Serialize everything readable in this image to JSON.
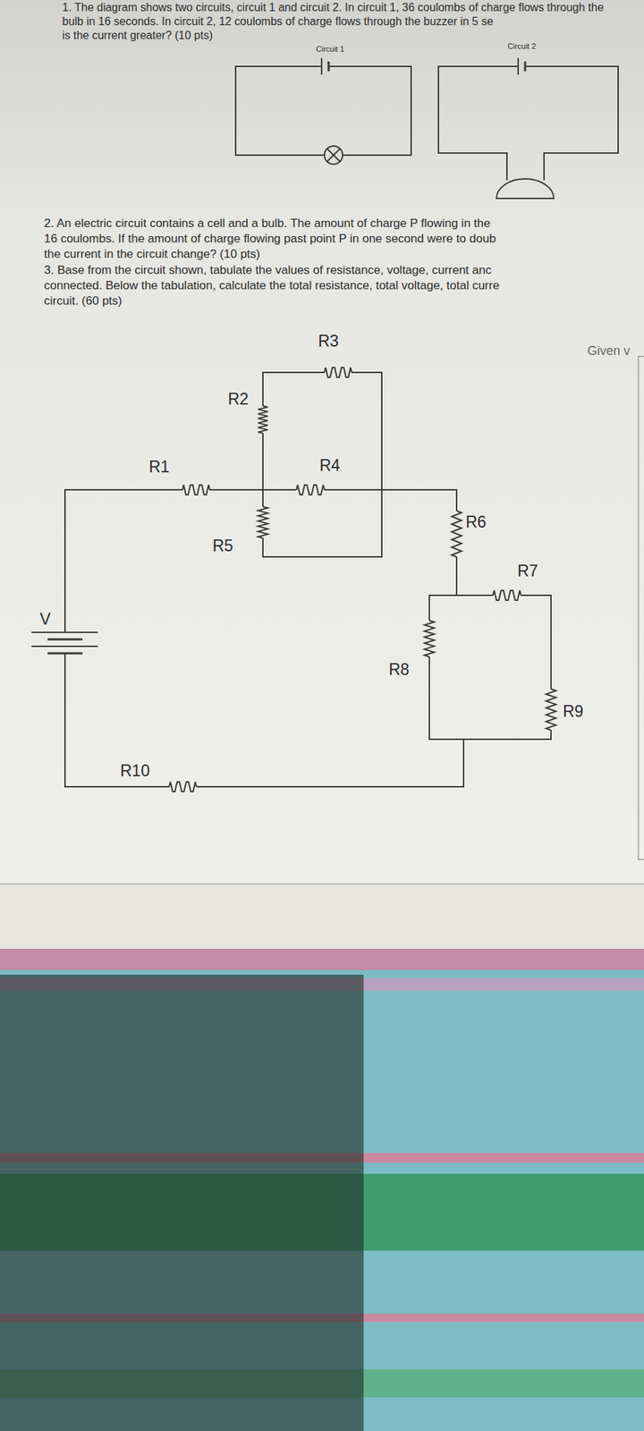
{
  "diagram": {
    "labels": [
      "1. The diagram shows two circuits, circuit 1 and circuit 2. In circuit 1, 36 coulombs of charge flows through the",
      "bulb in 16 seconds. In circuit 2, 12 coulombs of charge flows through the buzzer in 5 se",
      "is the current greater? (10 pts)",
      "Circuit 1",
      "Circuit 2",
      "2. An electric circuit contains a cell and a bulb. The amount of charge P flowing in the",
      "16 coulombs. If the amount of charge flowing past point P in one second were to doub",
      "the current in the circuit change? (10 pts)",
      "3. Base from the circuit shown, tabulate the values of resistance, voltage, current anc",
      "connected. Below the tabulation, calculate the total resistance, total voltage, total curre",
      "circuit. (60 pts)",
      "R3",
      "R2",
      "R1",
      "R4",
      "R5",
      "R6",
      "R7",
      "V",
      "R8",
      "R9",
      "R10",
      "Given v"
    ]
  }
}
